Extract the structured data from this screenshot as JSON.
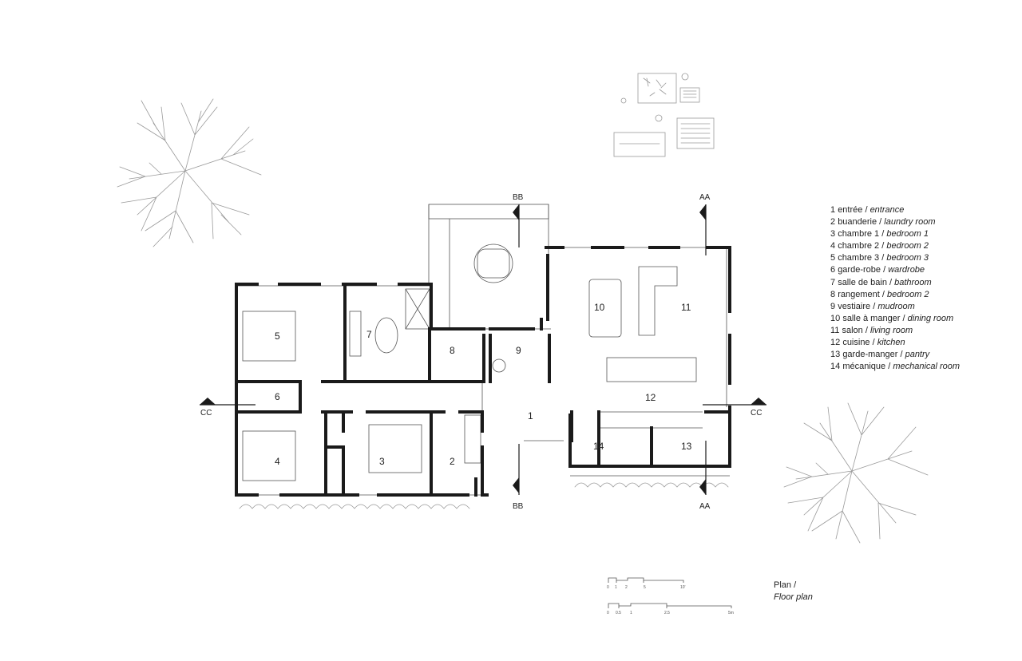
{
  "rooms": [
    {
      "num": "1",
      "fr": "entrée",
      "en": "entrance"
    },
    {
      "num": "2",
      "fr": "buanderie",
      "en": "laundry room"
    },
    {
      "num": "3",
      "fr": "chambre 1",
      "en": "bedroom 1"
    },
    {
      "num": "4",
      "fr": "chambre 2",
      "en": "bedroom 2"
    },
    {
      "num": "5",
      "fr": "chambre 3",
      "en": "bedroom 3"
    },
    {
      "num": "6",
      "fr": "garde-robe",
      "en": "wardrobe"
    },
    {
      "num": "7",
      "fr": "salle de bain",
      "en": "bathroom"
    },
    {
      "num": "8",
      "fr": "rangement",
      "en": "bedroom 2"
    },
    {
      "num": "9",
      "fr": "vestiaire",
      "en": "mudroom"
    },
    {
      "num": "10",
      "fr": "salle à manger",
      "en": "dining room"
    },
    {
      "num": "11",
      "fr": "salon",
      "en": "living room"
    },
    {
      "num": "12",
      "fr": "cuisine",
      "en": "kitchen"
    },
    {
      "num": "13",
      "fr": "garde-manger",
      "en": "pantry"
    },
    {
      "num": "14",
      "fr": "mécanique",
      "en": "mechanical room"
    }
  ],
  "sections": {
    "aa": "AA",
    "bb": "BB",
    "cc": "CC"
  },
  "title": {
    "fr": "Plan /",
    "en": "Floor plan"
  },
  "scale_imperial": [
    "0",
    "1",
    "2",
    "5",
    "10'"
  ],
  "scale_metric": [
    "0",
    "0.5",
    "1",
    "2.5",
    "5m"
  ],
  "colors": {
    "wall": "#1a1a1a",
    "line": "#555555",
    "light": "#9a9a9a"
  }
}
